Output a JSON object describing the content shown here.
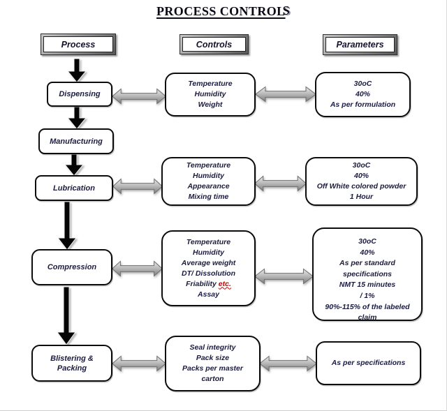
{
  "title": {
    "text": "PROCESS CONTROL",
    "suffix": "S"
  },
  "column_headers": {
    "process": "Process",
    "controls": "Controls",
    "parameters": "Parameters"
  },
  "process_steps": {
    "dispensing": "Dispensing",
    "manufacturing": "Manufacturing",
    "lubrication": "Lubrication",
    "compression": "Compression",
    "blistering_line1": "Blistering &",
    "blistering_line2": "Packing"
  },
  "controls": {
    "dispensing": [
      "Temperature",
      "Humidity",
      "Weight"
    ],
    "lubrication": [
      "Temperature",
      "Humidity",
      "Appearance",
      "Mixing time"
    ],
    "compression": [
      "Temperature",
      "Humidity",
      "Average weight",
      "DT/ Dissolution",
      "Friability",
      "etc.",
      "Assay"
    ],
    "packing": [
      "Seal integrity",
      "Pack size",
      "Packs per master",
      "carton"
    ]
  },
  "parameters": {
    "dispensing": [
      "30oC",
      "40%",
      "As per formulation"
    ],
    "lubrication": [
      "30oC",
      "40%",
      "Off White colored powder",
      "1 Hour"
    ],
    "compression": [
      "30oC",
      "40%",
      "As per standard",
      "specifications",
      "NMT 15 minutes",
      "/ 1%",
      "90%-115% of the labeled",
      "claim"
    ],
    "packing": [
      "As per specifications"
    ]
  },
  "colors": {
    "box_border": "#0c0c0c",
    "arrow_black": "#050505",
    "arrow_gray": "#9c9c9c",
    "etc_red": "#cc0000",
    "text": "#1b1b40"
  }
}
